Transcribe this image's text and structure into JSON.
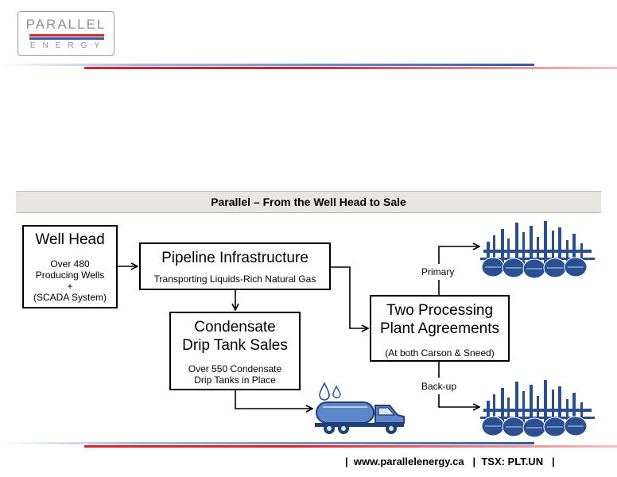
{
  "logo": {
    "top": "PARALLEL",
    "bottom": "ENERGY"
  },
  "title": "Parallel – From the Well Head to Sale",
  "well_head": {
    "title": "Well Head",
    "lines": [
      "Over 480",
      "Producing Wells",
      "+",
      "(SCADA System)"
    ]
  },
  "pipeline": {
    "title": "Pipeline Infrastructure",
    "subtitle": "Transporting Liquids-Rich Natural Gas"
  },
  "condensate": {
    "title_lines": [
      "Condensate",
      "Drip Tank Sales"
    ],
    "lines": [
      "Over 550 Condensate",
      "Drip Tanks in Place"
    ]
  },
  "processing": {
    "title_lines": [
      "Two Processing",
      "Plant Agreements"
    ],
    "subtitle": "(At both Carson & Sneed)"
  },
  "labels": {
    "primary": "Primary",
    "backup": "Back-up"
  },
  "footer": {
    "sep1": "|",
    "website": "www.parallelenergy.ca",
    "sep2": "|",
    "ticker": "TSX: PLT.UN",
    "sep3": "|"
  },
  "icons": {
    "plant_primary": "processing-plant-icon",
    "plant_backup": "processing-plant-icon",
    "truck": "tanker-truck-icon"
  },
  "colors": {
    "red": "#d8242c",
    "blue": "#2f5aa8",
    "grey_band": "#e8e6e3",
    "plant_blue": "#2b4f93",
    "truck_blue": "#5b86c9"
  }
}
